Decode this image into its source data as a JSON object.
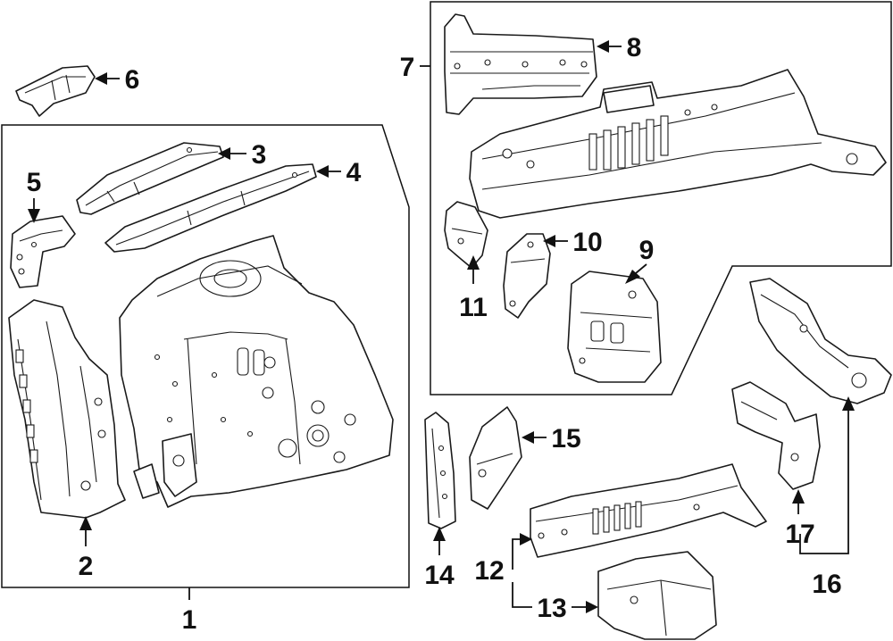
{
  "callouts": [
    {
      "id": "c1",
      "text": "1"
    },
    {
      "id": "c2",
      "text": "2"
    },
    {
      "id": "c3",
      "text": "3"
    },
    {
      "id": "c4",
      "text": "4"
    },
    {
      "id": "c5",
      "text": "5"
    },
    {
      "id": "c6",
      "text": "6"
    },
    {
      "id": "c7",
      "text": "7"
    },
    {
      "id": "c8",
      "text": "8"
    },
    {
      "id": "c9",
      "text": "9"
    },
    {
      "id": "c10",
      "text": "10"
    },
    {
      "id": "c11",
      "text": "11"
    },
    {
      "id": "c12",
      "text": "12"
    },
    {
      "id": "c13",
      "text": "13"
    },
    {
      "id": "c14",
      "text": "14"
    },
    {
      "id": "c15",
      "text": "15"
    },
    {
      "id": "c16",
      "text": "16"
    },
    {
      "id": "c17",
      "text": "17"
    }
  ],
  "colors": {
    "background": "#ffffff",
    "line": "#1a1a1a",
    "text": "#111111"
  }
}
